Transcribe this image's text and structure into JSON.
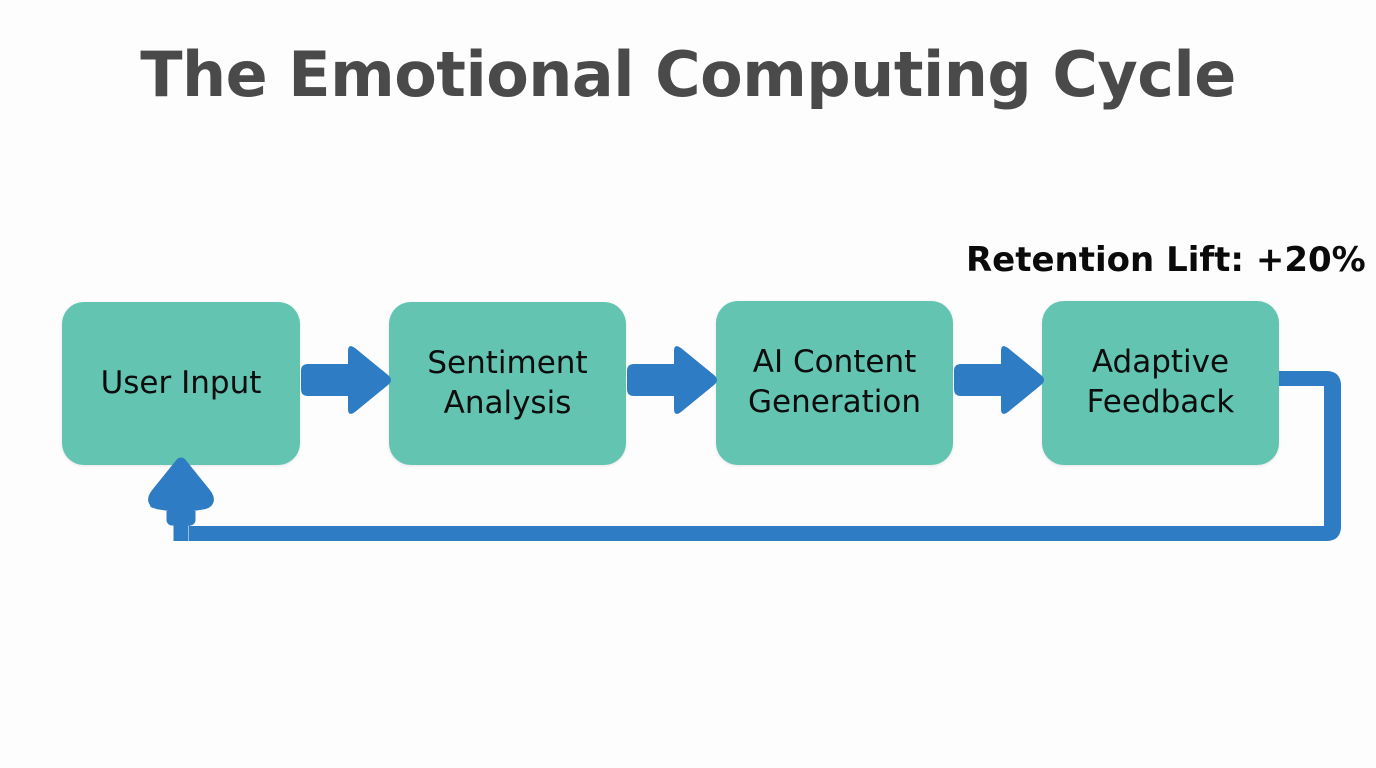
{
  "diagram": {
    "title": "The Emotional Computing Cycle",
    "annotation": "Retention Lift: +20%",
    "background_color": "#fdfdfd",
    "title_color": "#4a4a4a",
    "node_fill_color": "#62c4b1",
    "node_text_color": "#0d0d0d",
    "arrow_color": "#2e7cc4",
    "type": "cycle-flowchart",
    "nodes": [
      {
        "id": "user-input",
        "label": "User Input",
        "line1": "User Input",
        "line2": ""
      },
      {
        "id": "sentiment-analysis",
        "label": "Sentiment Analysis",
        "line1": "Sentiment",
        "line2": "Analysis"
      },
      {
        "id": "ai-content",
        "label": "AI Content Generation",
        "line1": "AI Content",
        "line2": "Generation"
      },
      {
        "id": "adaptive-feedback",
        "label": "Adaptive Feedback",
        "line1": "Adaptive",
        "line2": "Feedback"
      }
    ],
    "connectors": [
      {
        "id": "arrow-1",
        "from": "User Input",
        "to": "Sentiment Analysis",
        "style": "block-arrow-right"
      },
      {
        "id": "arrow-2",
        "from": "Sentiment Analysis",
        "to": "AI Content Generation",
        "style": "block-arrow-right"
      },
      {
        "id": "arrow-3",
        "from": "AI Content Generation",
        "to": "Adaptive Feedback",
        "style": "block-arrow-right"
      },
      {
        "id": "feedback-loop",
        "from": "Adaptive Feedback",
        "to": "User Input",
        "style": "elbow-arrow-up"
      }
    ]
  }
}
